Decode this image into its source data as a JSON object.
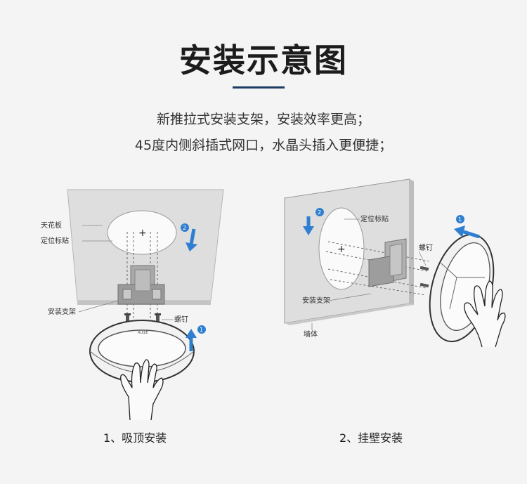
{
  "title": "安装示意图",
  "description": [
    "新推拉式安装支架，安装效率更高；",
    "45度内侧斜插式网口，水晶头插入更便捷；"
  ],
  "ceiling_diagram": {
    "labels": {
      "ceiling": "天花板",
      "position_sticker": "定位标贴",
      "bracket": "安装支架",
      "screw": "螺钉"
    },
    "steps": [
      "1",
      "2"
    ],
    "caption": "1、吸顶安装"
  },
  "wall_diagram": {
    "labels": {
      "position_sticker": "定位标贴",
      "screw": "螺钉",
      "bracket": "安装支架",
      "wall": "墙体"
    },
    "steps": [
      "1",
      "2"
    ],
    "caption": "2、挂壁安装"
  },
  "colors": {
    "accent_bar": "#1f3a63",
    "arrow_blue": "#2f7fd0",
    "panel_gray": "#dcdcdc"
  }
}
